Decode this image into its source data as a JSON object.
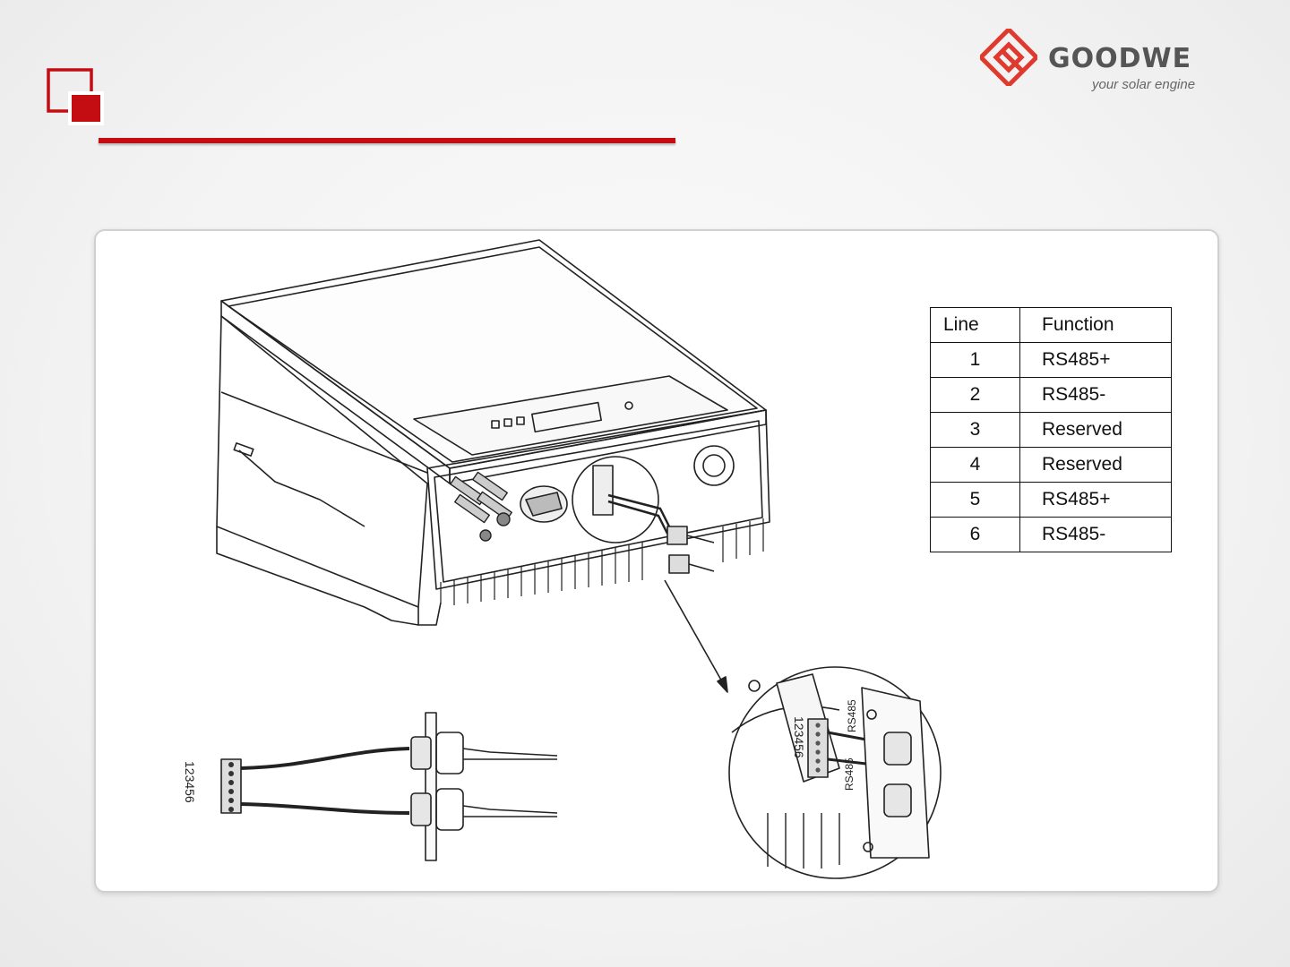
{
  "brand": {
    "name": "GOODWE",
    "tagline": "your solar engine",
    "accent_color": "#c40d12",
    "logo_color": "#e03a2f"
  },
  "pin_table": {
    "headers": [
      "Line",
      "Function"
    ],
    "rows": [
      [
        "1",
        "RS485+"
      ],
      [
        "2",
        "RS485-"
      ],
      [
        "3",
        "Reserved"
      ],
      [
        "4",
        "Reserved"
      ],
      [
        "5",
        "RS485+"
      ],
      [
        "6",
        "RS485-"
      ]
    ]
  },
  "diagram_labels": {
    "connector_pins": "123456",
    "port_label_top": "RS485",
    "port_label_bottom": "RS485"
  }
}
